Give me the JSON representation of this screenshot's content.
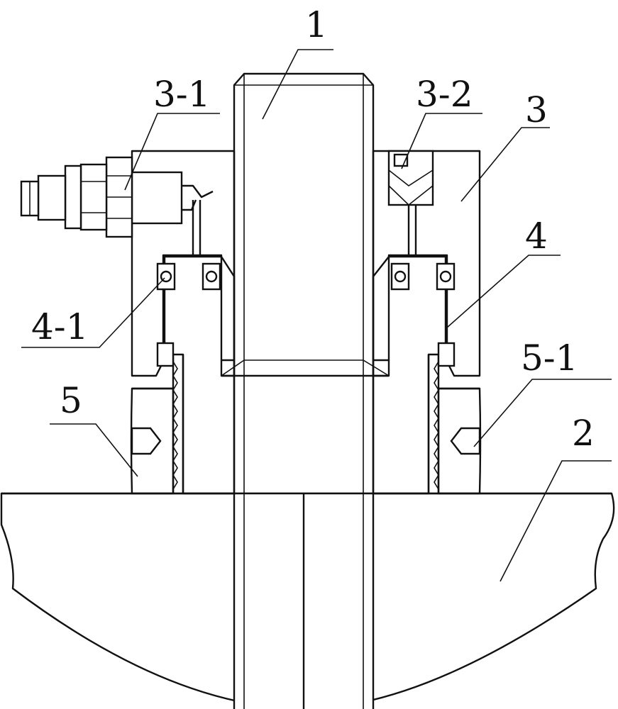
{
  "labels": {
    "part_1": "1",
    "part_2": "2",
    "part_3": "3",
    "part_3_1": "3-1",
    "part_3_2": "3-2",
    "part_4": "4",
    "part_4_1": "4-1",
    "part_5": "5",
    "part_5_1": "5-1"
  }
}
